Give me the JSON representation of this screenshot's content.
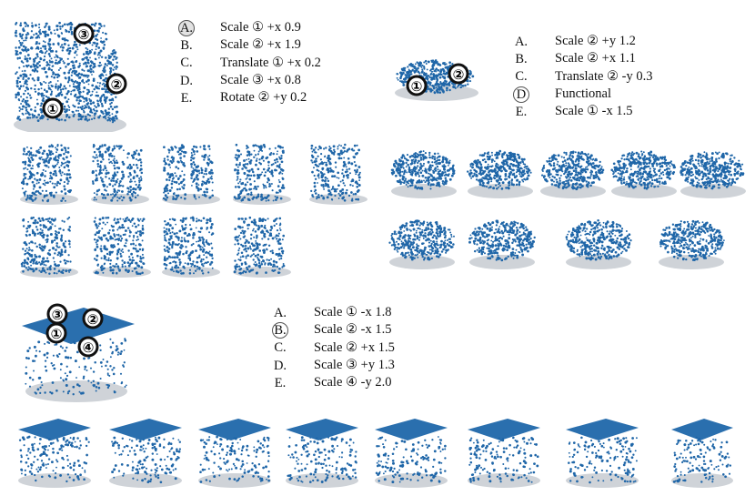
{
  "questions": [
    {
      "options": [
        {
          "letter": "A.",
          "text": "Scale ① +x 0.9",
          "selected": true
        },
        {
          "letter": "B.",
          "text": "Scale ② +x 1.9",
          "selected": false
        },
        {
          "letter": "C.",
          "text": "Translate ① +x 0.2",
          "selected": false
        },
        {
          "letter": "D.",
          "text": "Scale ③ +x 0.8",
          "selected": false
        },
        {
          "letter": "E.",
          "text": "Rotate ② +y 0.2",
          "selected": false
        }
      ],
      "part_labels": [
        "③",
        "②",
        "①"
      ]
    },
    {
      "options": [
        {
          "letter": "A.",
          "text": "Scale ② +y 1.2",
          "selected": false
        },
        {
          "letter": "B.",
          "text": "Scale ② +x 1.1",
          "selected": false
        },
        {
          "letter": "C.",
          "text": "Translate ② -y 0.3",
          "selected": false
        },
        {
          "letter": "D",
          "text": "Functional",
          "selected": true
        },
        {
          "letter": "E.",
          "text": "Scale ① -x 1.5",
          "selected": false
        }
      ],
      "part_labels": [
        "①",
        "②"
      ]
    },
    {
      "options": [
        {
          "letter": "A.",
          "text": "Scale ① -x 1.8",
          "selected": false
        },
        {
          "letter": "B.",
          "text": "Scale ② -x 1.5",
          "selected": true
        },
        {
          "letter": "C.",
          "text": "Scale ② +x 1.5",
          "selected": false
        },
        {
          "letter": "D.",
          "text": "Scale ③ +y 1.3",
          "selected": false
        },
        {
          "letter": "E.",
          "text": "Scale ④ -y 2.0",
          "selected": false
        }
      ],
      "part_labels": [
        "③",
        "②",
        "①",
        "④"
      ]
    }
  ],
  "colors": {
    "point": "#1f66a8",
    "shadow": "#cfd3d8",
    "circle_stroke": "#111111"
  }
}
